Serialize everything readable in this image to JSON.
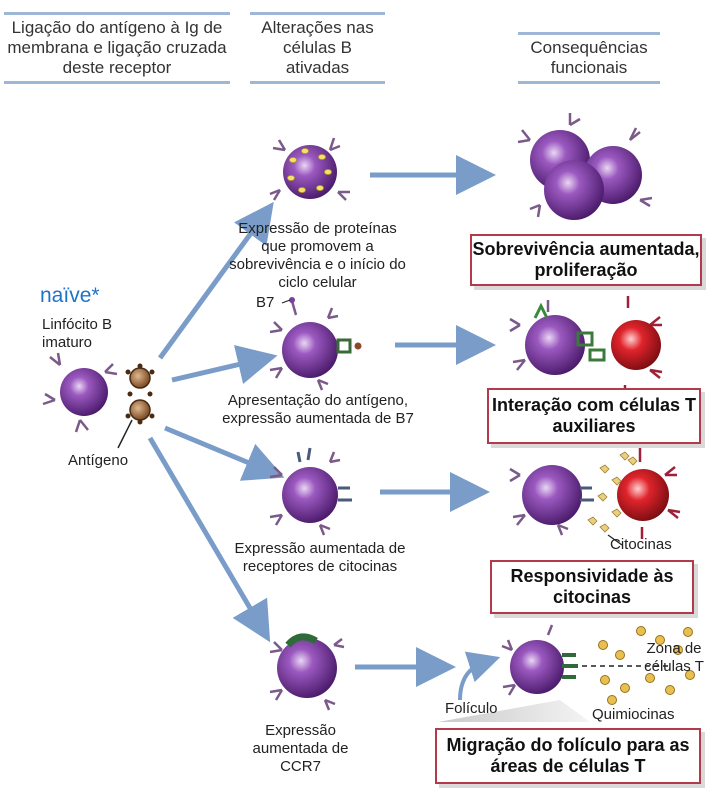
{
  "headers": {
    "col1": "Ligação do antígeno à Ig de membrana e ligação cruzada deste receptor",
    "col2": "Alterações nas células B ativadas",
    "col3": "Consequências funcionais"
  },
  "left": {
    "naive": "naïve*",
    "cell_label": "Linfócito B imaturo",
    "antigen_label": "Antígeno"
  },
  "rows": [
    {
      "change": "Expressão de proteínas que promovem a sobrevivência e o início do ciclo celular",
      "consequence": "Sobrevivência aumentada, proliferação"
    },
    {
      "marker": "B7",
      "change": "Apresentação do antígeno, expressão aumentada de B7",
      "consequence": "Interação com células T auxiliares"
    },
    {
      "change": "Expressão aumentada de receptores de citocinas",
      "side_label": "Citocinas",
      "consequence": "Responsividade às citocinas"
    },
    {
      "change": "Expressão aumentada de CCR7",
      "zone_label": "Zona de células T",
      "follicle_label": "Folículo",
      "chemokine_label": "Quimiocinas",
      "consequence": "Migração do folículo para as áreas de células T"
    }
  ],
  "colors": {
    "bcell": "#7b3f9e",
    "tcell": "#c8202a",
    "arrow": "#7a9cc8",
    "box_border": "#b33a4a",
    "accent": "#1e73c8"
  }
}
